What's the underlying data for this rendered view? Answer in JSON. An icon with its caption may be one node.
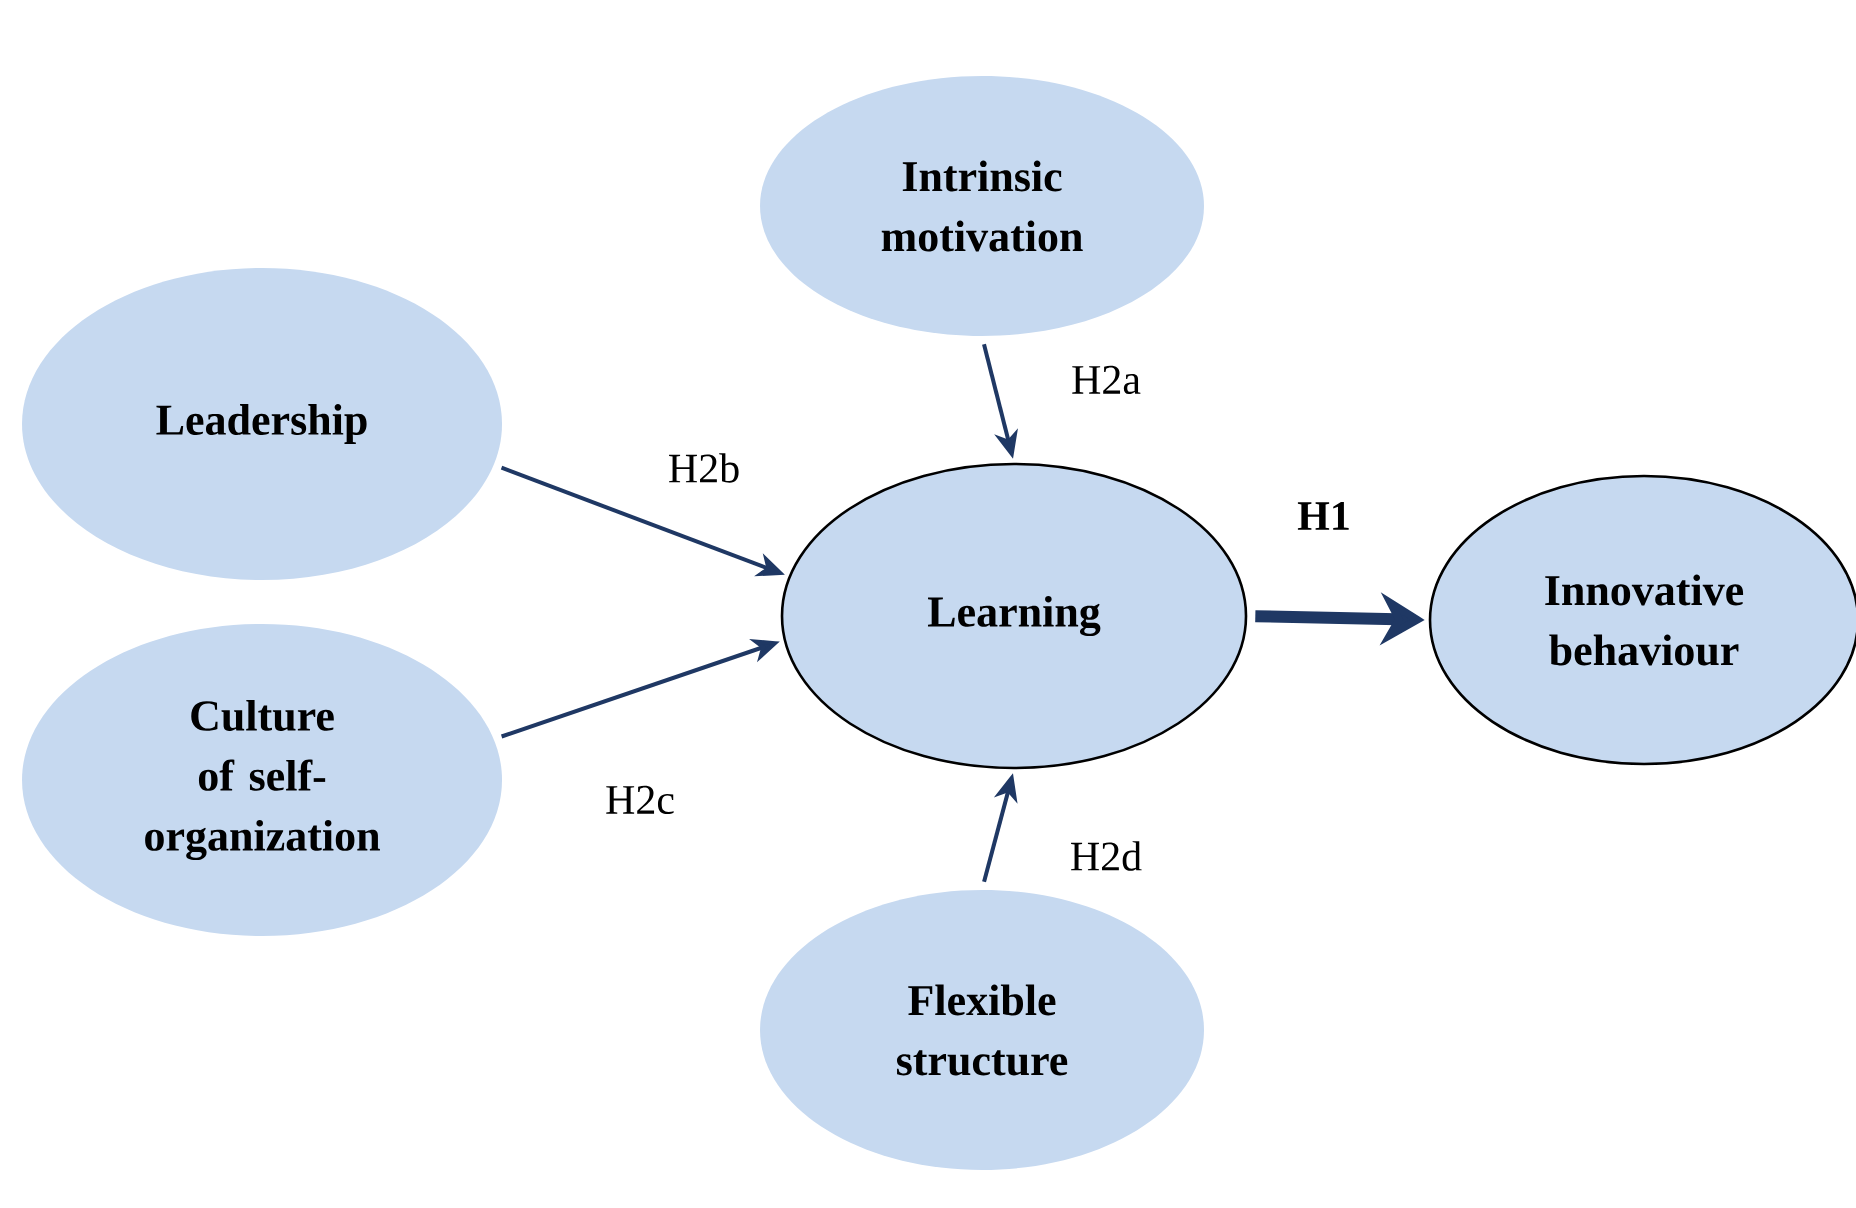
{
  "diagram": {
    "nodes": [
      {
        "text": [
          "Intrinsic motivation"
        ]
      },
      {
        "text": [
          "Leadership"
        ]
      },
      {
        "text": [
          "Culture of self-organization"
        ]
      },
      {
        "text": [
          "Learning"
        ]
      },
      {
        "text": [
          "Innovative behaviour"
        ]
      },
      {
        "text": [
          "Flexible structure"
        ]
      }
    ],
    "edges": [
      {
        "from": 0,
        "to": 3,
        "arrow": "to",
        "label": "H2a"
      },
      {
        "from": 1,
        "to": 3,
        "arrow": "to",
        "label": "H2b"
      },
      {
        "from": 2,
        "to": 3,
        "arrow": "to",
        "label": "H2c"
      },
      {
        "from": 5,
        "to": 3,
        "arrow": "to",
        "label": "H2d"
      },
      {
        "from": 3,
        "to": 4,
        "arrow": "to",
        "label": "H1",
        "style": "thick"
      }
    ]
  }
}
